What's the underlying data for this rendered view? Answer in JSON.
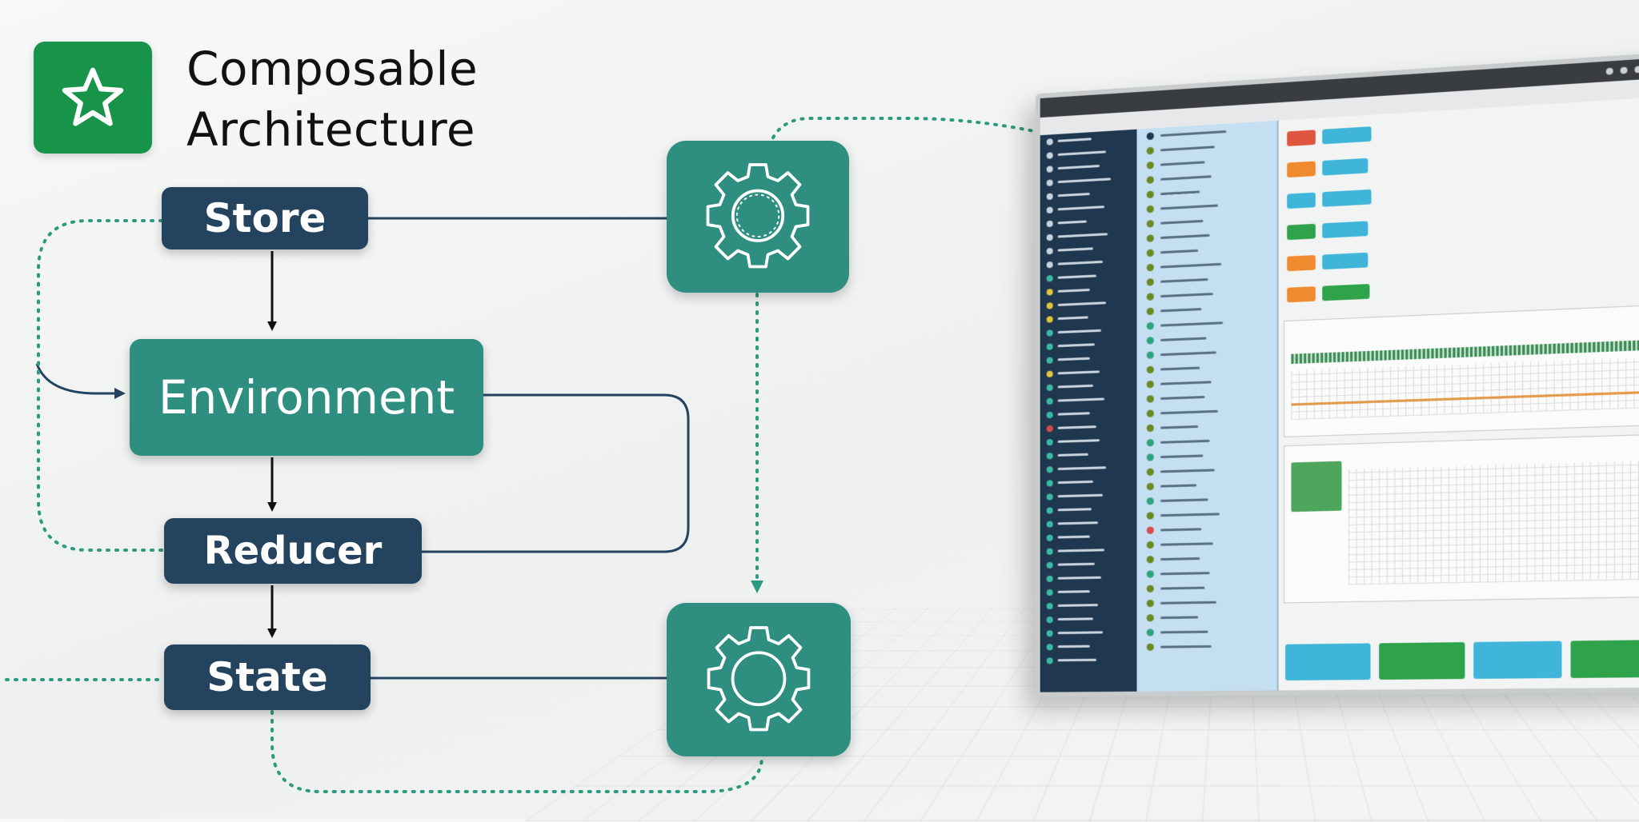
{
  "header": {
    "title_line1": "Composable",
    "title_line2": "Architecture",
    "logo_icon": "star-icon"
  },
  "diagram": {
    "nodes": {
      "store": "Store",
      "environment": "Environment",
      "reducer": "Reducer",
      "state": "State"
    },
    "effect_icons": [
      "gear-icon",
      "gear-icon"
    ]
  },
  "colors": {
    "navy": "#24435f",
    "teal": "#2e8e80",
    "logo_green": "#17934a",
    "dotted_line": "#2c9a7e"
  }
}
